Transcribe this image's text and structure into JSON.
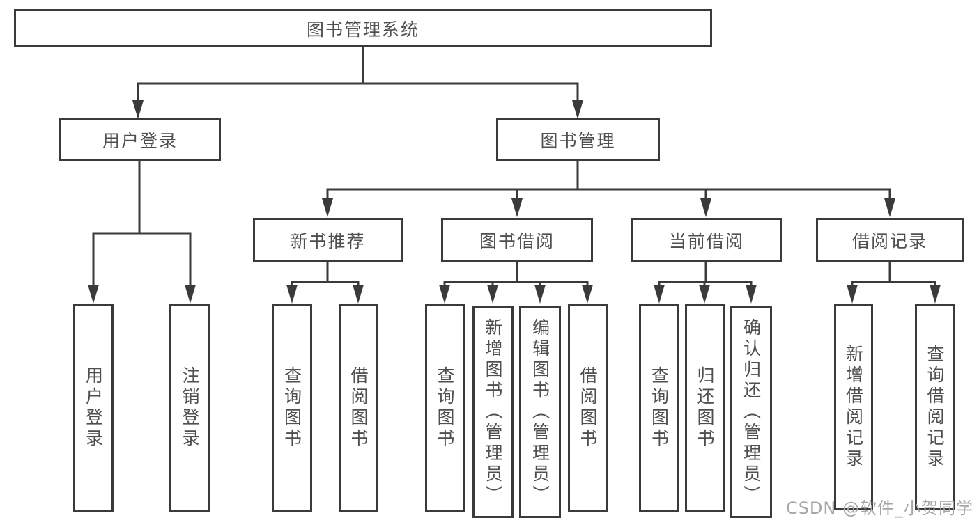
{
  "title": "图书管理系统",
  "colors": {
    "line": "#3a3a3a",
    "text": "#4f4f4f",
    "watermark": "#a6a6a6",
    "background": "#ffffff"
  },
  "nodes": {
    "root": {
      "label": "图书管理系统"
    },
    "user_login": {
      "label": "用户登录"
    },
    "book_mgmt": {
      "label": "图书管理"
    },
    "new_book": {
      "label": "新书推荐"
    },
    "book_borrow": {
      "label": "图书借阅"
    },
    "current_borrow": {
      "label": "当前借阅"
    },
    "borrow_record": {
      "label": "借阅记录"
    },
    "leaf_user_login": {
      "label": "用户登录"
    },
    "leaf_logout": {
      "label": "注销登录"
    },
    "leaf_nb_query": {
      "label": "查询图书"
    },
    "leaf_nb_borrow": {
      "label": "借阅图书"
    },
    "leaf_bb_query": {
      "label": "查询图书"
    },
    "leaf_bb_add": {
      "label": "新增图书（管理员）"
    },
    "leaf_bb_edit": {
      "label": "编辑图书（管理员）"
    },
    "leaf_bb_borrow": {
      "label": "借阅图书"
    },
    "leaf_cb_query": {
      "label": "查询图书"
    },
    "leaf_cb_return": {
      "label": "归还图书"
    },
    "leaf_cb_confirm": {
      "label": "确认归还（管理员）"
    },
    "leaf_br_add": {
      "label": "新增借阅记录"
    },
    "leaf_br_query": {
      "label": "查询借阅记录"
    }
  },
  "watermark": "CSDN @软件_小贺同学"
}
